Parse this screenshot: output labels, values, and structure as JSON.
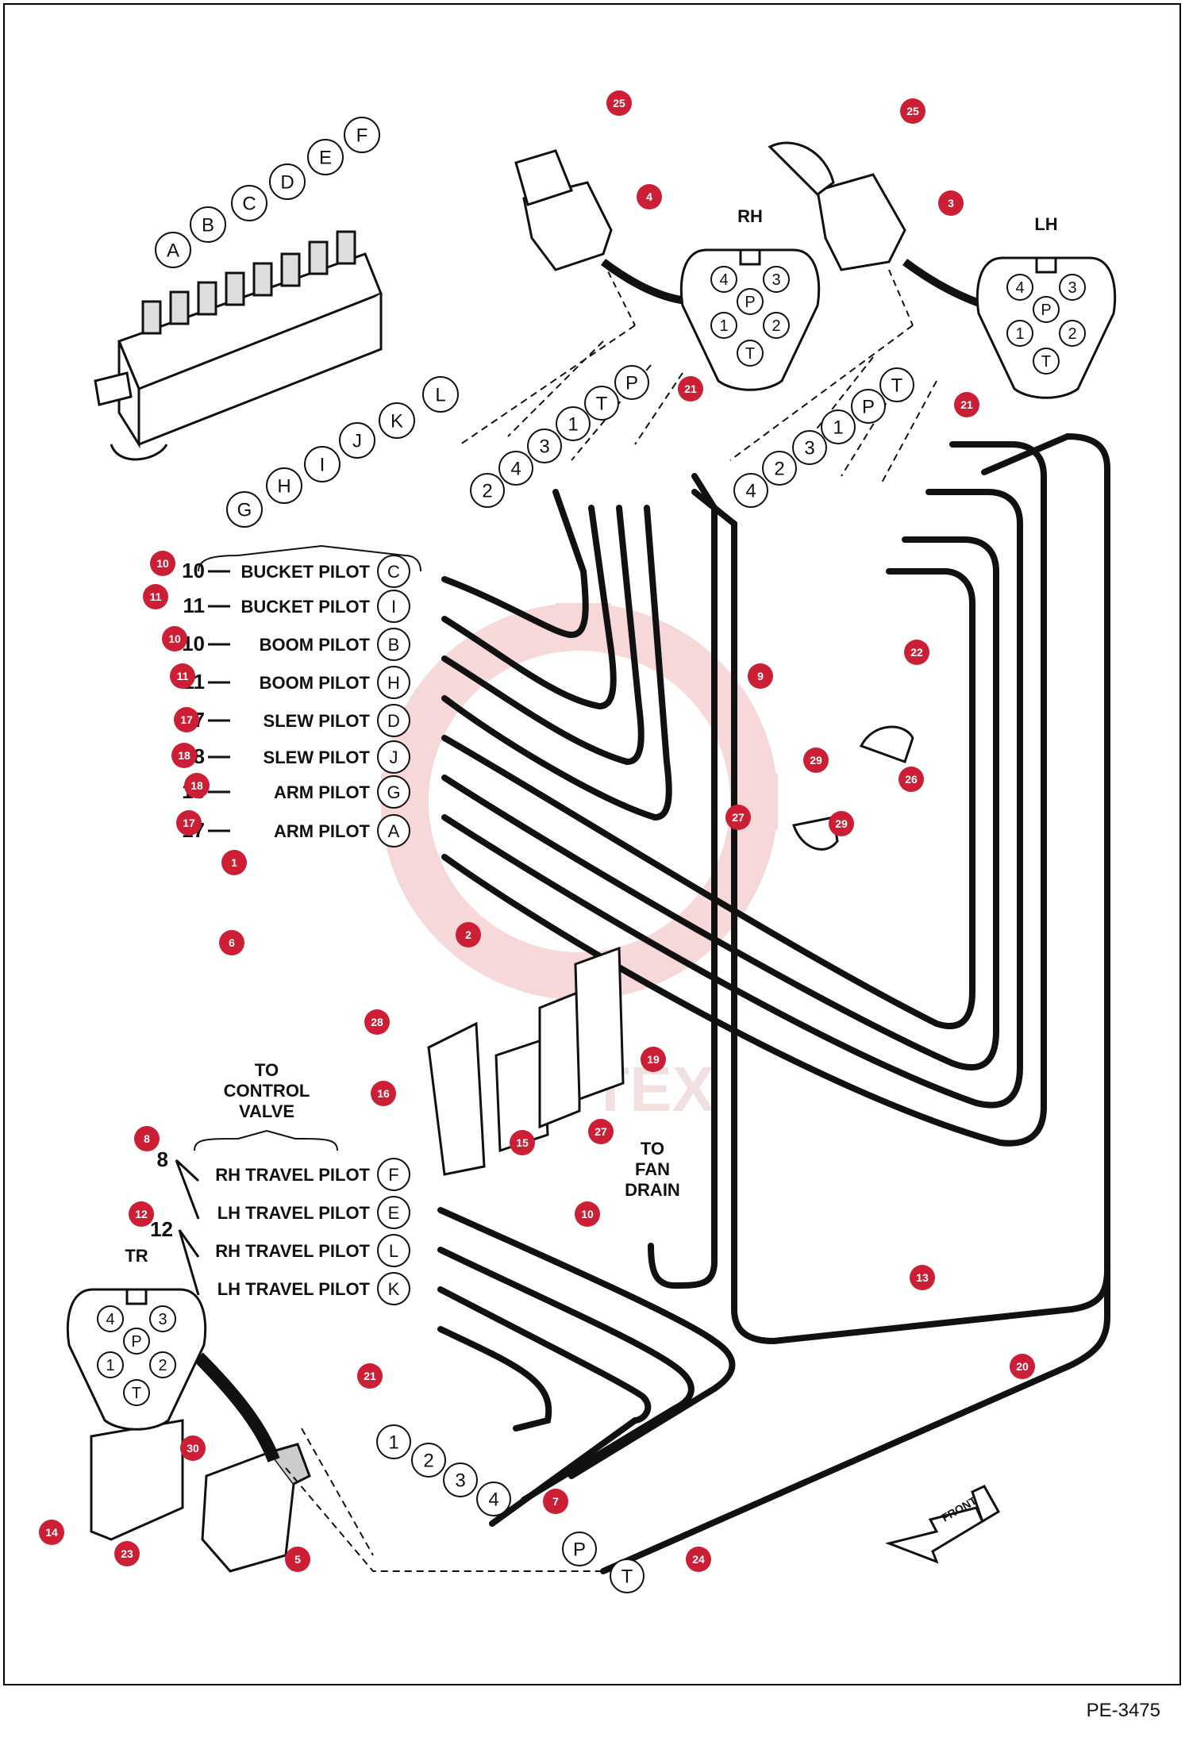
{
  "diagram_id": "PE-3475",
  "watermark": "A-TEX",
  "colors": {
    "badge": "#cc1f36",
    "line": "#111111",
    "watermark": "#f2b9b9"
  },
  "pilot_labels": [
    {
      "num": "10",
      "text": "BUCKET PILOT",
      "port": "C"
    },
    {
      "num": "11",
      "text": "BUCKET PILOT",
      "port": "I"
    },
    {
      "num": "10",
      "text": "BOOM PILOT",
      "port": "B"
    },
    {
      "num": "11",
      "text": "BOOM PILOT",
      "port": "H"
    },
    {
      "num": "17",
      "text": "SLEW PILOT",
      "port": "D"
    },
    {
      "num": "18",
      "text": "SLEW PILOT",
      "port": "J"
    },
    {
      "num": "18",
      "text": "ARM PILOT",
      "port": "G"
    },
    {
      "num": "17",
      "text": "ARM PILOT",
      "port": "A"
    }
  ],
  "travel_labels": [
    {
      "text": "RH TRAVEL PILOT",
      "port": "F"
    },
    {
      "text": "LH TRAVEL PILOT",
      "port": "E"
    },
    {
      "text": "RH TRAVEL PILOT",
      "port": "L"
    },
    {
      "text": "LH TRAVEL PILOT",
      "port": "K"
    }
  ],
  "travel_group_nums": [
    "8",
    "12"
  ],
  "to_control_valve": [
    "TO",
    "CONTROL",
    "VALVE"
  ],
  "to_fan_drain": [
    "TO",
    "FAN",
    "DRAIN"
  ],
  "valve_ports": [
    "A",
    "B",
    "C",
    "D",
    "E",
    "F",
    "G",
    "H",
    "I",
    "J",
    "K",
    "L"
  ],
  "joysticks": {
    "rh": {
      "title": "RH",
      "ports": [
        "4",
        "3",
        "P",
        "1",
        "2",
        "T"
      ],
      "lines": [
        "2",
        "4",
        "3",
        "1",
        "T",
        "P"
      ]
    },
    "lh": {
      "title": "LH",
      "ports": [
        "4",
        "3",
        "P",
        "1",
        "2",
        "T"
      ],
      "lines": [
        "4",
        "2",
        "3",
        "1",
        "P",
        "T"
      ]
    },
    "tr": {
      "title": "TR",
      "ports": [
        "4",
        "3",
        "P",
        "1",
        "2",
        "T"
      ],
      "lines": [
        "1",
        "2",
        "3",
        "4",
        "P",
        "T"
      ]
    }
  },
  "callouts": [
    "25",
    "25",
    "4",
    "3",
    "21",
    "21",
    "9",
    "22",
    "29",
    "26",
    "27",
    "29",
    "1",
    "6",
    "2",
    "28",
    "19",
    "16",
    "15",
    "27",
    "10",
    "13",
    "20",
    "21",
    "30",
    "7",
    "14",
    "23",
    "5",
    "24",
    "10",
    "11",
    "10",
    "11",
    "17",
    "18",
    "18",
    "17",
    "8",
    "12"
  ]
}
